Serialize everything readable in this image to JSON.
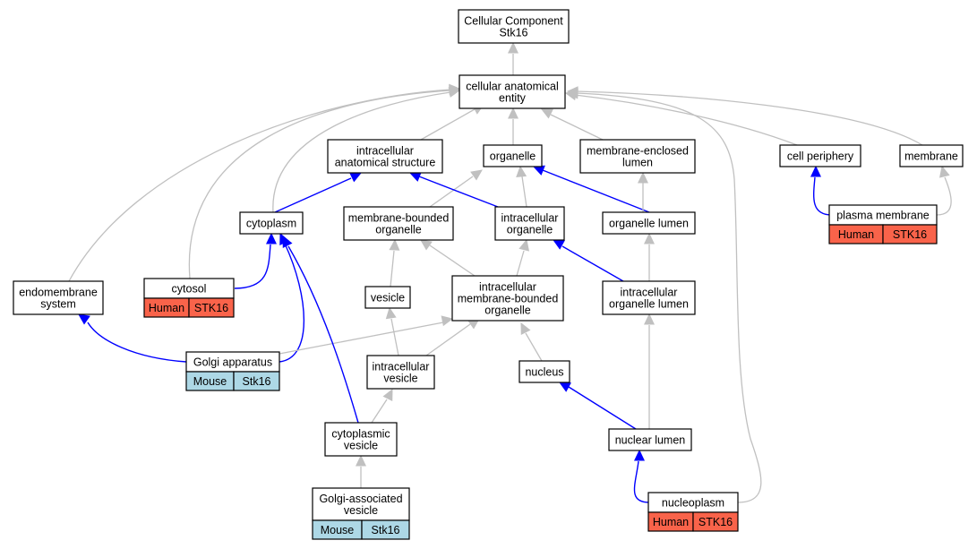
{
  "nodes": {
    "root": [
      "Cellular Component",
      "Stk16"
    ],
    "cae": [
      "cellular anatomical",
      "entity"
    ],
    "ias": [
      "intracellular",
      "anatomical structure"
    ],
    "organelle": [
      "organelle"
    ],
    "mel": [
      "membrane-enclosed",
      "lumen"
    ],
    "cellperiph": [
      "cell periphery"
    ],
    "membrane": [
      "membrane"
    ],
    "cytoplasm": [
      "cytoplasm"
    ],
    "mbo": [
      "membrane-bounded",
      "organelle"
    ],
    "io": [
      "intracellular",
      "organelle"
    ],
    "ol": [
      "organelle lumen"
    ],
    "pm": [
      "plasma membrane"
    ],
    "endo": [
      "endomembrane",
      "system"
    ],
    "cytosol": [
      "cytosol"
    ],
    "vesicle": [
      "vesicle"
    ],
    "imbo": [
      "intracellular",
      "membrane-bounded",
      "organelle"
    ],
    "iol": [
      "intracellular",
      "organelle lumen"
    ],
    "golgi": [
      "Golgi apparatus"
    ],
    "iv": [
      "intracellular",
      "vesicle"
    ],
    "nucleus": [
      "nucleus"
    ],
    "cv": [
      "cytoplasmic",
      "vesicle"
    ],
    "nl": [
      "nuclear lumen"
    ],
    "gav": [
      "Golgi-associated",
      "vesicle"
    ],
    "np": [
      "nucleoplasm"
    ]
  },
  "annotations": {
    "pm": [
      "Human",
      "STK16"
    ],
    "cytosol": [
      "Human",
      "STK16"
    ],
    "golgi": [
      "Mouse",
      "Stk16"
    ],
    "gav": [
      "Mouse",
      "Stk16"
    ],
    "np": [
      "Human",
      "STK16"
    ]
  },
  "colors": {
    "human": "#f9634a",
    "mouse": "#add8e6",
    "is_a_edge": "#c0c0c0",
    "part_of_edge": "#0000ff"
  }
}
